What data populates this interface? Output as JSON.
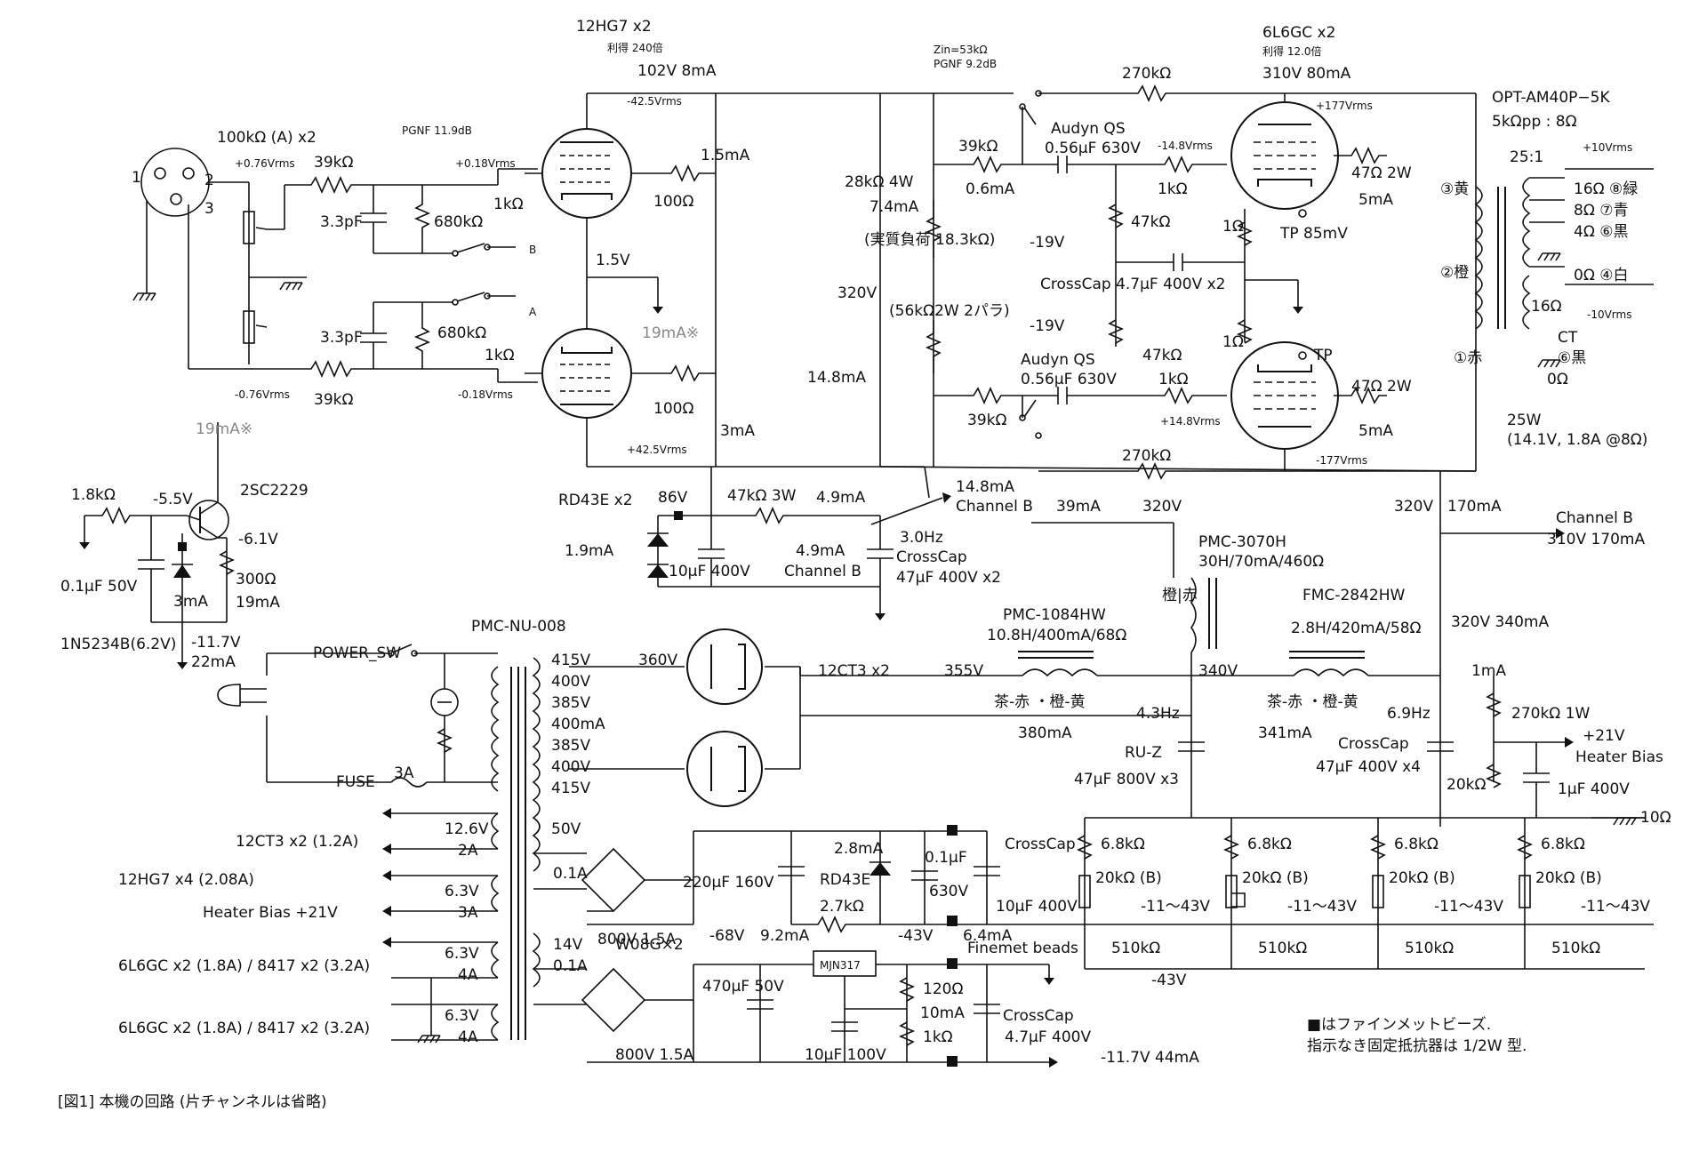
{
  "labels": [
    {
      "id": "tube-12hg7-title",
      "t": "12HG7 x2"
    },
    {
      "id": "gain-12hg7",
      "t": "利得 240倍"
    },
    {
      "id": "v-12hg7",
      "t": "102V 8mA"
    },
    {
      "id": "vrms-n425-top",
      "t": "-42.5Vrms"
    },
    {
      "id": "vol-100k",
      "t": "100kΩ (A) x2"
    },
    {
      "id": "pgnf-119",
      "t": "PGNF 11.9dB"
    },
    {
      "id": "vrms-076",
      "t": "+0.76Vrms"
    },
    {
      "id": "r-39k-in-a",
      "t": "39kΩ"
    },
    {
      "id": "vrms-018",
      "t": "+0.18Vrms"
    },
    {
      "id": "c-33p-a",
      "t": "3.3pF"
    },
    {
      "id": "r-680k-a",
      "t": "680kΩ"
    },
    {
      "id": "r-1k-g-a",
      "t": "1kΩ"
    },
    {
      "id": "i-15ma",
      "t": "1.5mA"
    },
    {
      "id": "r-100-k-a",
      "t": "100Ω"
    },
    {
      "id": "v-15v",
      "t": "1.5V"
    },
    {
      "id": "i-19ma-note-a",
      "t": "19mA※"
    },
    {
      "id": "c-33p-b",
      "t": "3.3pF"
    },
    {
      "id": "r-680k-b",
      "t": "680kΩ"
    },
    {
      "id": "r-1k-g-b",
      "t": "1kΩ"
    },
    {
      "id": "r-100-k-b",
      "t": "100Ω"
    },
    {
      "id": "vrms-n076",
      "t": "-0.76Vrms"
    },
    {
      "id": "r-39k-in-b",
      "t": "39kΩ"
    },
    {
      "id": "vrms-n018",
      "t": "-0.18Vrms"
    },
    {
      "id": "vrms-425-bot",
      "t": "+42.5Vrms"
    },
    {
      "id": "i-3ma",
      "t": "3mA"
    },
    {
      "id": "sw-a-top",
      "t": "A"
    },
    {
      "id": "sw-b-top",
      "t": "B"
    },
    {
      "id": "pin-1",
      "t": "1"
    },
    {
      "id": "pin-2",
      "t": "2"
    },
    {
      "id": "pin-3",
      "t": "3"
    },
    {
      "id": "zin",
      "t": "Zin=53kΩ"
    },
    {
      "id": "pgnf-92",
      "t": "PGNF 9.2dB"
    },
    {
      "id": "r-28k",
      "t": "28kΩ 4W"
    },
    {
      "id": "i-74ma",
      "t": "7.4mA"
    },
    {
      "id": "load-note",
      "t": "(実質負荷 18.3kΩ)"
    },
    {
      "id": "v-320-left",
      "t": "320V"
    },
    {
      "id": "r-56k",
      "t": "(56kΩ2W 2パラ)"
    },
    {
      "id": "i-148ma",
      "t": "14.8mA"
    },
    {
      "id": "r-39k-g-a",
      "t": "39kΩ"
    },
    {
      "id": "i-06ma",
      "t": "0.6mA"
    },
    {
      "id": "audyn-a",
      "t": "Audyn QS"
    },
    {
      "id": "c-056-a",
      "t": "0.56μF 630V"
    },
    {
      "id": "vrms-n148",
      "t": "-14.8Vrms"
    },
    {
      "id": "r-1k-a",
      "t": "1kΩ"
    },
    {
      "id": "r-47k-a",
      "t": "47kΩ"
    },
    {
      "id": "v-n19-a",
      "t": "-19V"
    },
    {
      "id": "crosscap-47",
      "t": "CrossCap 4.7μF 400V x2"
    },
    {
      "id": "v-n19-b",
      "t": "-19V"
    },
    {
      "id": "audyn-b",
      "t": "Audyn QS"
    },
    {
      "id": "c-056-b",
      "t": "0.56μF 630V"
    },
    {
      "id": "r-47k-b",
      "t": "47kΩ"
    },
    {
      "id": "r-1k-b",
      "t": "1kΩ"
    },
    {
      "id": "r-39k-g-b",
      "t": "39kΩ"
    },
    {
      "id": "vrms-148",
      "t": "+14.8Vrms"
    },
    {
      "id": "r-270k-a",
      "t": "270kΩ"
    },
    {
      "id": "r-270k-b",
      "t": "270kΩ"
    },
    {
      "id": "tube-6l6-title",
      "t": "6L6GC x2"
    },
    {
      "id": "gain-6l6",
      "t": "利得 12.0倍"
    },
    {
      "id": "v-6l6",
      "t": "310V 80mA"
    },
    {
      "id": "vrms-177",
      "t": "+177Vrms"
    },
    {
      "id": "vrms-n177",
      "t": "-177Vrms"
    },
    {
      "id": "r-47-2w-a",
      "t": "47Ω 2W"
    },
    {
      "id": "i-5ma-a",
      "t": "5mA"
    },
    {
      "id": "r-1-a",
      "t": "1Ω"
    },
    {
      "id": "tp-85",
      "t": "TP 85mV"
    },
    {
      "id": "r-1-b",
      "t": "1Ω"
    },
    {
      "id": "tp-b",
      "t": "TP"
    },
    {
      "id": "r-47-2w-b",
      "t": "47Ω 2W"
    },
    {
      "id": "i-5ma-b",
      "t": "5mA"
    },
    {
      "id": "opt-title",
      "t": "OPT-AM40P−5K"
    },
    {
      "id": "opt-imp",
      "t": "5kΩpp : 8Ω"
    },
    {
      "id": "ratio",
      "t": "25:1"
    },
    {
      "id": "vrms-10",
      "t": "+10Vrms"
    },
    {
      "id": "tap-16",
      "t": "16Ω ⑧緑"
    },
    {
      "id": "tap-8",
      "t": "8Ω ⑦青"
    },
    {
      "id": "tap-4",
      "t": "4Ω ⑥黒"
    },
    {
      "id": "tap-0",
      "t": "0Ω ④白"
    },
    {
      "id": "vrms-n10",
      "t": "-10Vrms"
    },
    {
      "id": "tap-16b",
      "t": "16Ω"
    },
    {
      "id": "tap-ct",
      "t": "CT"
    },
    {
      "id": "tap-ct-6",
      "t": "⑥黒"
    },
    {
      "id": "tap-0b",
      "t": "0Ω"
    },
    {
      "id": "pri-yellow",
      "t": "③黄"
    },
    {
      "id": "pri-orange",
      "t": "②橙"
    },
    {
      "id": "pri-red",
      "t": "①赤"
    },
    {
      "id": "out-25w",
      "t": "25W"
    },
    {
      "id": "out-detail",
      "t": "(14.1V, 1.8A @8Ω)"
    },
    {
      "id": "i-19ma-note-b",
      "t": "19mA※"
    },
    {
      "id": "r-18k",
      "t": "1.8kΩ"
    },
    {
      "id": "v-n55",
      "t": "-5.5V"
    },
    {
      "id": "q-2sc2229",
      "t": "2SC2229"
    },
    {
      "id": "v-n61",
      "t": "-6.1V"
    },
    {
      "id": "c-01-50",
      "t": "0.1μF 50V"
    },
    {
      "id": "i-3ma-b",
      "t": "3mA"
    },
    {
      "id": "r-300",
      "t": "300Ω"
    },
    {
      "id": "i-19ma",
      "t": "19mA"
    },
    {
      "id": "zener-1n5234",
      "t": "1N5234B(6.2V)"
    },
    {
      "id": "v-n117",
      "t": "-11.7V"
    },
    {
      "id": "i-22ma",
      "t": "22mA"
    },
    {
      "id": "rd43e-x2",
      "t": "RD43E x2"
    },
    {
      "id": "v-86",
      "t": "86V"
    },
    {
      "id": "i-19ma-rd",
      "t": "1.9mA"
    },
    {
      "id": "c-10-400",
      "t": "10μF 400V"
    },
    {
      "id": "r-47k-3w",
      "t": "47kΩ 3W"
    },
    {
      "id": "i-49ma",
      "t": "4.9mA"
    },
    {
      "id": "i-148ma-b",
      "t": "14.8mA"
    },
    {
      "id": "ch-b-1",
      "t": "Channel B"
    },
    {
      "id": "i-49ma-b",
      "t": "4.9mA"
    },
    {
      "id": "ch-b-2",
      "t": "Channel B"
    },
    {
      "id": "f-30hz",
      "t": "3.0Hz"
    },
    {
      "id": "crosscap-a",
      "t": "CrossCap"
    },
    {
      "id": "c-47-400x2",
      "t": "47μF 400V x2"
    },
    {
      "id": "i-39ma",
      "t": "39mA"
    },
    {
      "id": "v-320-mid",
      "t": "320V"
    },
    {
      "id": "v-320-right",
      "t": "320V"
    },
    {
      "id": "i-170ma",
      "t": "170mA"
    },
    {
      "id": "ch-b-3",
      "t": "Channel B"
    },
    {
      "id": "v-310-170",
      "t": "310V 170mA"
    },
    {
      "id": "pmc-3070h",
      "t": "PMC-3070H"
    },
    {
      "id": "pmc-3070h-spec",
      "t": "30H/70mA/460Ω"
    },
    {
      "id": "wire-orange-red",
      "t": "橙|赤"
    },
    {
      "id": "pmc-1084",
      "t": "PMC-1084HW"
    },
    {
      "id": "pmc-1084-spec",
      "t": "10.8H/400mA/68Ω"
    },
    {
      "id": "fmc-2842",
      "t": "FMC-2842HW"
    },
    {
      "id": "fmc-2842-spec",
      "t": "2.8H/420mA/58Ω"
    },
    {
      "id": "v-320-340",
      "t": "320V 340mA"
    },
    {
      "id": "pmc-nu-008",
      "t": "PMC-NU-008"
    },
    {
      "id": "v-360",
      "t": "360V"
    },
    {
      "id": "tube-12ct3",
      "t": "12CT3 x2"
    },
    {
      "id": "v-355",
      "t": "355V"
    },
    {
      "id": "v-340",
      "t": "340V"
    },
    {
      "id": "i-1ma",
      "t": "1mA"
    },
    {
      "id": "wire-a",
      "t": "茶-赤 ・橙-黄"
    },
    {
      "id": "wire-b",
      "t": "茶-赤 ・橙-黄"
    },
    {
      "id": "i-380ma",
      "t": "380mA"
    },
    {
      "id": "f-43hz",
      "t": "4.3Hz"
    },
    {
      "id": "i-341ma",
      "t": "341mA"
    },
    {
      "id": "f-69hz",
      "t": "6.9Hz"
    },
    {
      "id": "r-270k-1w",
      "t": "270kΩ 1W"
    },
    {
      "id": "v-21",
      "t": "+21V"
    },
    {
      "id": "heater-bias",
      "t": "Heater Bias"
    },
    {
      "id": "ru-z",
      "t": "RU-Z"
    },
    {
      "id": "c-47-800",
      "t": "47μF 800V x3"
    },
    {
      "id": "crosscap-b",
      "t": "CrossCap"
    },
    {
      "id": "c-47-400x4",
      "t": "47μF 400V x4"
    },
    {
      "id": "r-20k",
      "t": "20kΩ"
    },
    {
      "id": "c-1-400",
      "t": "1μF 400V"
    },
    {
      "id": "r-10",
      "t": "10Ω"
    },
    {
      "id": "power-sw",
      "t": "POWER_SW"
    },
    {
      "id": "fuse",
      "t": "FUSE"
    },
    {
      "id": "fuse-3a",
      "t": "3A"
    },
    {
      "id": "sec-415a",
      "t": "415V"
    },
    {
      "id": "sec-400a",
      "t": "400V"
    },
    {
      "id": "sec-385a",
      "t": "385V"
    },
    {
      "id": "sec-400ma",
      "t": "400mA"
    },
    {
      "id": "sec-385b",
      "t": "385V"
    },
    {
      "id": "sec-400b",
      "t": "400V"
    },
    {
      "id": "sec-415b",
      "t": "415V"
    },
    {
      "id": "heat-12ct3",
      "t": "12CT3 x2 (1.2A)"
    },
    {
      "id": "sec-126",
      "t": "12.6V"
    },
    {
      "id": "sec-2a",
      "t": "2A"
    },
    {
      "id": "heat-12hg7",
      "t": "12HG7 x4 (2.08A)"
    },
    {
      "id": "sec-63a",
      "t": "6.3V"
    },
    {
      "id": "sec-3a",
      "t": "3A"
    },
    {
      "id": "heat-bias-21",
      "t": "Heater Bias +21V"
    },
    {
      "id": "heat-6l6-a",
      "t": "6L6GC x2 (1.8A) / 8417 x2 (3.2A)"
    },
    {
      "id": "sec-63b",
      "t": "6.3V"
    },
    {
      "id": "sec-4a-a",
      "t": "4A"
    },
    {
      "id": "heat-6l6-b",
      "t": "6L6GC x2 (1.8A) / 8417 x2 (3.2A)"
    },
    {
      "id": "sec-63c",
      "t": "6.3V"
    },
    {
      "id": "sec-4a-b",
      "t": "4A"
    },
    {
      "id": "sec-50v",
      "t": "50V"
    },
    {
      "id": "sec-01a",
      "t": "0.1A"
    },
    {
      "id": "bridge-a",
      "t": "800V 1.5A"
    },
    {
      "id": "c-220",
      "t": "220μF 160V"
    },
    {
      "id": "i-28ma",
      "t": "2.8mA"
    },
    {
      "id": "rd43e",
      "t": "RD43E"
    },
    {
      "id": "r-27k",
      "t": "2.7kΩ"
    },
    {
      "id": "c-01-630",
      "t": "0.1μF"
    },
    {
      "id": "c-01-630v",
      "t": "630V"
    },
    {
      "id": "crosscap-c",
      "t": "CrossCap"
    },
    {
      "id": "c-10-400b",
      "t": "10μF 400V"
    },
    {
      "id": "v-n68",
      "t": "-68V"
    },
    {
      "id": "i-92ma",
      "t": "9.2mA"
    },
    {
      "id": "v-n43",
      "t": "-43V"
    },
    {
      "id": "i-64ma",
      "t": "6.4mA"
    },
    {
      "id": "r-68k-1",
      "t": "6.8kΩ"
    },
    {
      "id": "r-20kb-1",
      "t": "20kΩ (B)"
    },
    {
      "id": "adj-1",
      "t": "-11〜43V"
    },
    {
      "id": "r-510k-1",
      "t": "510kΩ"
    },
    {
      "id": "r-68k-2",
      "t": "6.8kΩ"
    },
    {
      "id": "r-20kb-2",
      "t": "20kΩ (B)"
    },
    {
      "id": "adj-2",
      "t": "-11〜43V"
    },
    {
      "id": "r-510k-2",
      "t": "510kΩ"
    },
    {
      "id": "r-68k-3",
      "t": "6.8kΩ"
    },
    {
      "id": "r-20kb-3",
      "t": "20kΩ (B)"
    },
    {
      "id": "adj-3",
      "t": "-11〜43V"
    },
    {
      "id": "r-510k-3",
      "t": "510kΩ"
    },
    {
      "id": "r-68k-4",
      "t": "6.8kΩ"
    },
    {
      "id": "r-20kb-4",
      "t": "20kΩ (B)"
    },
    {
      "id": "adj-4",
      "t": "-11〜43V"
    },
    {
      "id": "r-510k-4",
      "t": "510kΩ"
    },
    {
      "id": "v-n43-bus",
      "t": "-43V"
    },
    {
      "id": "sec-14v",
      "t": "14V"
    },
    {
      "id": "sec-01a-b",
      "t": "0.1A"
    },
    {
      "id": "w08g",
      "t": "W08G×2"
    },
    {
      "id": "bridge-b",
      "t": "800V 1.5A"
    },
    {
      "id": "c-470",
      "t": "470μF 50V"
    },
    {
      "id": "mjn317",
      "t": "MJN317"
    },
    {
      "id": "r-120",
      "t": "120Ω"
    },
    {
      "id": "i-10ma",
      "t": "10mA"
    },
    {
      "id": "r-1k-reg",
      "t": "1kΩ"
    },
    {
      "id": "c-10-100",
      "t": "10μF 100V"
    },
    {
      "id": "finemet",
      "t": "Finemet beads"
    },
    {
      "id": "crosscap-d",
      "t": "CrossCap"
    },
    {
      "id": "c-47-400",
      "t": "4.7μF 400V"
    },
    {
      "id": "v-n117-44",
      "t": "-11.7V 44mA"
    },
    {
      "id": "note-beads",
      "t": "■はファインメットビーズ."
    },
    {
      "id": "note-res",
      "t": "指示なき固定抵抗器は 1/2W 型."
    },
    {
      "id": "caption",
      "t": "[図1] 本機の回路 (片チャンネルは省略)"
    }
  ]
}
